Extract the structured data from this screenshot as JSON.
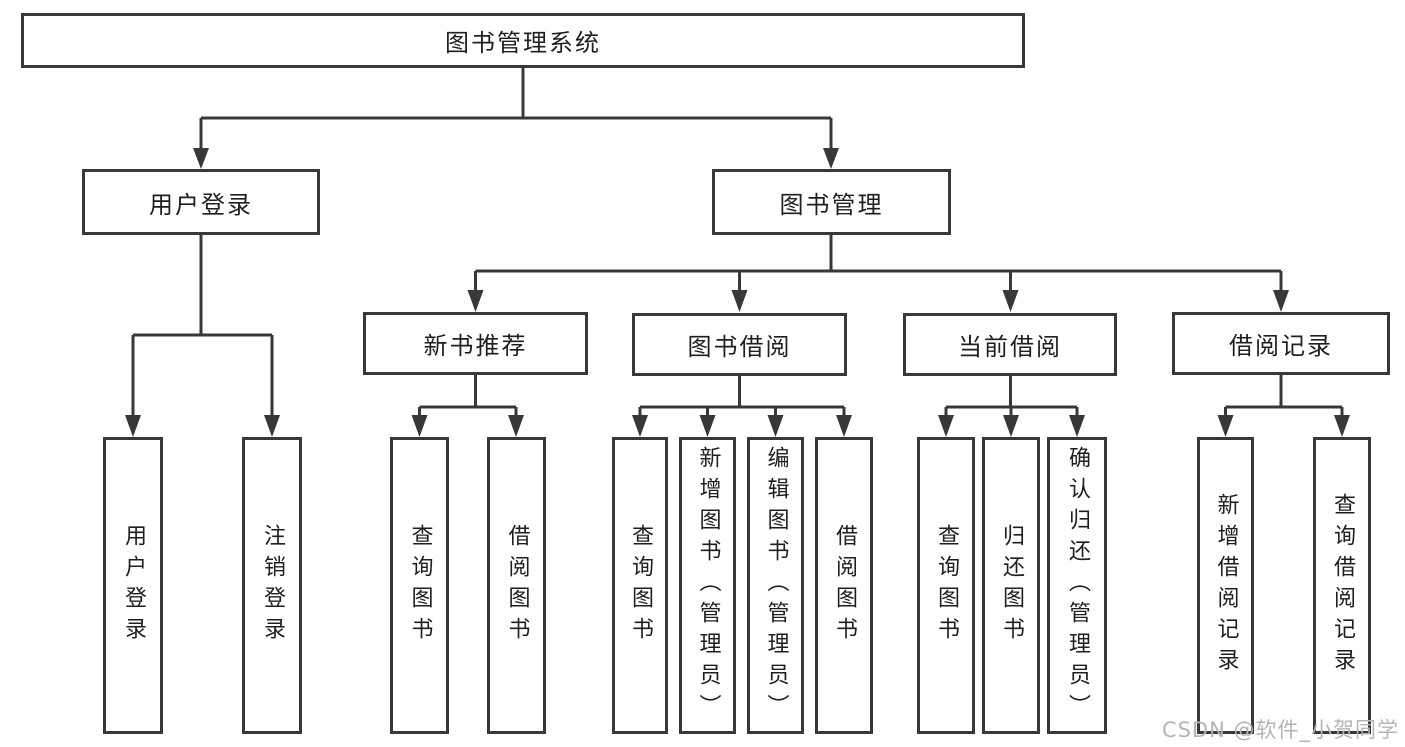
{
  "tree": {
    "label": "图书管理系统",
    "children": [
      {
        "label": "用户登录",
        "children": [
          {
            "label": "用户登录"
          },
          {
            "label": "注销登录"
          }
        ]
      },
      {
        "label": "图书管理",
        "children": [
          {
            "label": "新书推荐",
            "children": [
              {
                "label": "查询图书"
              },
              {
                "label": "借阅图书"
              }
            ]
          },
          {
            "label": "图书借阅",
            "children": [
              {
                "label": "查询图书"
              },
              {
                "label": "新增图书（管理员）"
              },
              {
                "label": "编辑图书（管理员）"
              },
              {
                "label": "借阅图书"
              }
            ]
          },
          {
            "label": "当前借阅",
            "children": [
              {
                "label": "查询图书"
              },
              {
                "label": "归还图书"
              },
              {
                "label": "确认归还（管理员）"
              }
            ]
          },
          {
            "label": "借阅记录",
            "children": [
              {
                "label": "新增借阅记录"
              },
              {
                "label": "查询借阅记录"
              }
            ]
          }
        ]
      }
    ]
  },
  "watermark": "CSDN @软件_小贺同学",
  "colors": {
    "line": "#383838",
    "text": "#1f1f1f",
    "watermark": "#b5b5b5",
    "background": "#ffffff"
  }
}
